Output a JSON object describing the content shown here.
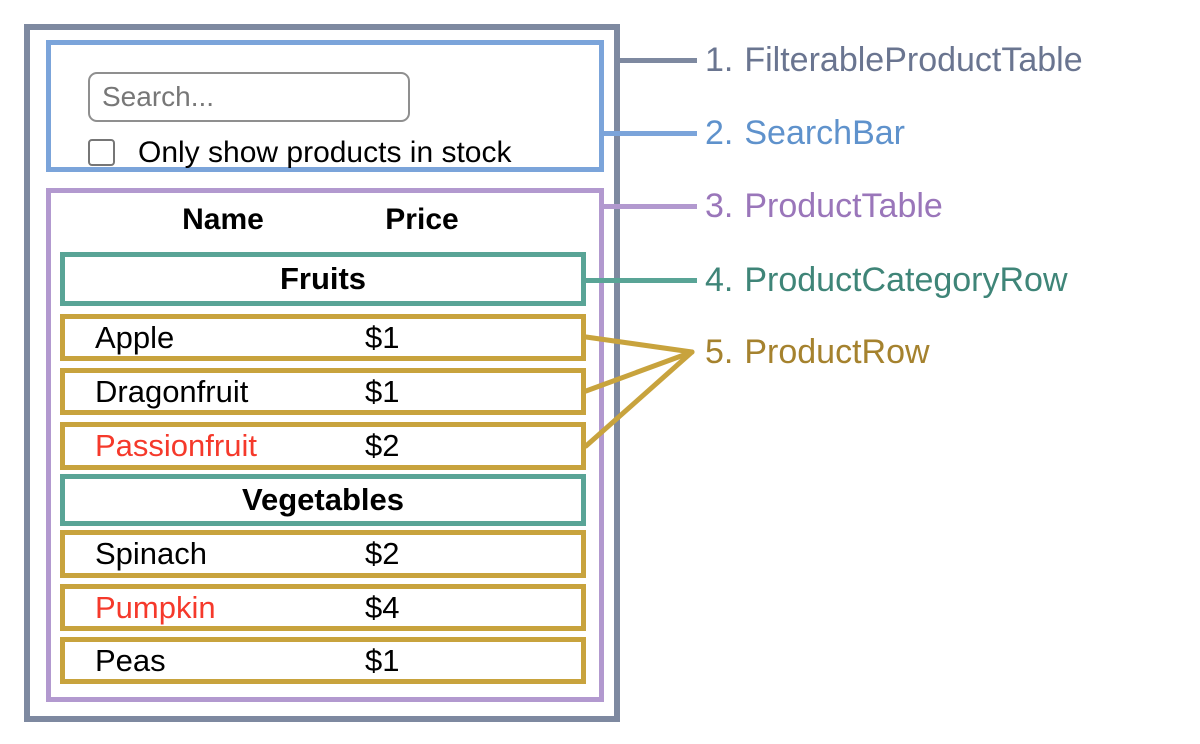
{
  "mock_ui": {
    "search_bar": {
      "placeholder": "Search...",
      "checkbox_label": "Only show products in stock",
      "checkbox_checked": false
    },
    "product_table": {
      "columns": [
        "Name",
        "Price"
      ],
      "sections": [
        {
          "category": "Fruits",
          "rows": [
            {
              "name": "Apple",
              "price": "$1",
              "name_color": "black"
            },
            {
              "name": "Dragonfruit",
              "price": "$1",
              "name_color": "black"
            },
            {
              "name": "Passionfruit",
              "price": "$2",
              "name_color": "red"
            }
          ]
        },
        {
          "category": "Vegetables",
          "rows": [
            {
              "name": "Spinach",
              "price": "$2",
              "name_color": "black"
            },
            {
              "name": "Pumpkin",
              "price": "$4",
              "name_color": "red"
            },
            {
              "name": "Peas",
              "price": "$1",
              "name_color": "black"
            }
          ]
        }
      ]
    }
  },
  "legend": {
    "items": [
      {
        "number": "1.",
        "name": "FilterableProductTable",
        "color": "#6a7590"
      },
      {
        "number": "2.",
        "name": "SearchBar",
        "color": "#5f92cc"
      },
      {
        "number": "3.",
        "name": "ProductTable",
        "color": "#9a76ba"
      },
      {
        "number": "4.",
        "name": "ProductCategoryRow",
        "color": "#3f8578"
      },
      {
        "number": "5.",
        "name": "ProductRow",
        "color": "#a5822e"
      }
    ]
  },
  "colors": {
    "filterable_product_table_border": "#7e89a0",
    "search_bar_border": "#7ba4da",
    "product_table_border": "#b299cf",
    "product_category_row_border": "#59a496",
    "product_row_border": "#c8a33d",
    "out_of_stock_text": "#f5392b",
    "background": "#ffffff"
  }
}
